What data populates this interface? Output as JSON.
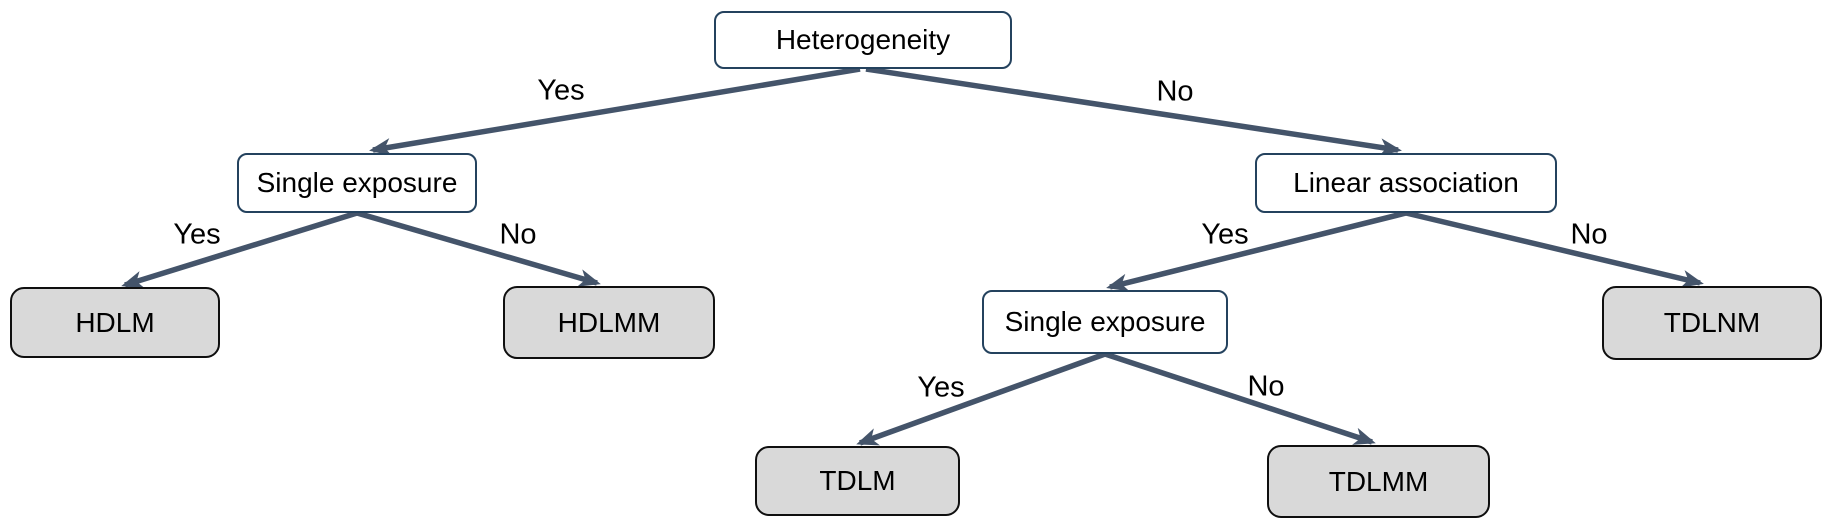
{
  "diagram": {
    "type": "decision-tree",
    "colors": {
      "edge": "#44546a",
      "decision_border": "#24425e",
      "decision_fill": "#ffffff",
      "leaf_fill": "#d9d9d9",
      "leaf_border": "#0f0f0f",
      "text": "#000000",
      "background": "#ffffff"
    },
    "nodes": {
      "heterogeneity": {
        "label": "Heterogeneity",
        "type": "decision"
      },
      "single_exposure_left": {
        "label": "Single exposure",
        "type": "decision"
      },
      "linear_association": {
        "label": "Linear association",
        "type": "decision"
      },
      "hdlm": {
        "label": "HDLM",
        "type": "leaf"
      },
      "hdlmm": {
        "label": "HDLMM",
        "type": "leaf"
      },
      "single_exposure_right": {
        "label": "Single exposure",
        "type": "decision"
      },
      "tdlnm": {
        "label": "TDLNM",
        "type": "leaf"
      },
      "tdlm": {
        "label": "TDLM",
        "type": "leaf"
      },
      "tdlmm": {
        "label": "TDLMM",
        "type": "leaf"
      }
    },
    "edges": {
      "root_yes": {
        "from": "heterogeneity",
        "to": "single_exposure_left",
        "label": "Yes"
      },
      "root_no": {
        "from": "heterogeneity",
        "to": "linear_association",
        "label": "No"
      },
      "sel_yes": {
        "from": "single_exposure_left",
        "to": "hdlm",
        "label": "Yes"
      },
      "sel_no": {
        "from": "single_exposure_left",
        "to": "hdlmm",
        "label": "No"
      },
      "la_yes": {
        "from": "linear_association",
        "to": "single_exposure_right",
        "label": "Yes"
      },
      "la_no": {
        "from": "linear_association",
        "to": "tdlnm",
        "label": "No"
      },
      "ser_yes": {
        "from": "single_exposure_right",
        "to": "tdlm",
        "label": "Yes"
      },
      "ser_no": {
        "from": "single_exposure_right",
        "to": "tdlmm",
        "label": "No"
      }
    }
  }
}
